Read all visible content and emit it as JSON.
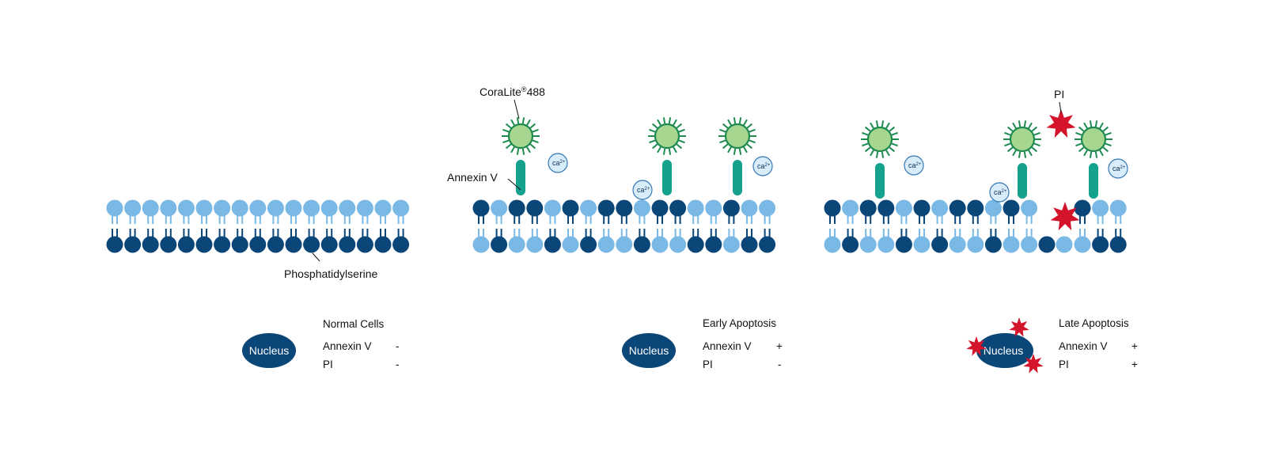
{
  "colors": {
    "dark_head": "#0b4679",
    "light_head": "#7ab9e6",
    "annexin": "#14a28c",
    "fluor_fill": "#a6d690",
    "fluor_stroke": "#1e8a50",
    "pi_star": "#d3142a",
    "ca_fill": "#d8ecfa",
    "ca_stroke": "#3578b5",
    "nucleus": "#0b4679"
  },
  "panels": [
    {
      "id": "normal",
      "nucleus_label": "Nucleus",
      "title": "Normal Cells",
      "rows": [
        {
          "label": "Annexin V",
          "sign": "-"
        },
        {
          "label": "PI",
          "sign": "-"
        }
      ]
    },
    {
      "id": "early",
      "nucleus_label": "Nucleus",
      "title": "Early Apoptosis",
      "rows": [
        {
          "label": "Annexin V",
          "sign": "+"
        },
        {
          "label": "PI",
          "sign": "-"
        }
      ]
    },
    {
      "id": "late",
      "nucleus_label": "Nucleus",
      "title": "Late Apoptosis",
      "rows": [
        {
          "label": "Annexin V",
          "sign": "+"
        },
        {
          "label": "PI",
          "sign": "+"
        }
      ]
    }
  ],
  "labels": {
    "phosphatidylserine": "Phosphatidylserine",
    "coralite_prefix": "CoraLite",
    "coralite_reg": "®",
    "coralite_suffix": "488",
    "annexin_v": "Annexin V",
    "pi": "PI",
    "calcium": "ca",
    "calcium_sup": "2+"
  }
}
